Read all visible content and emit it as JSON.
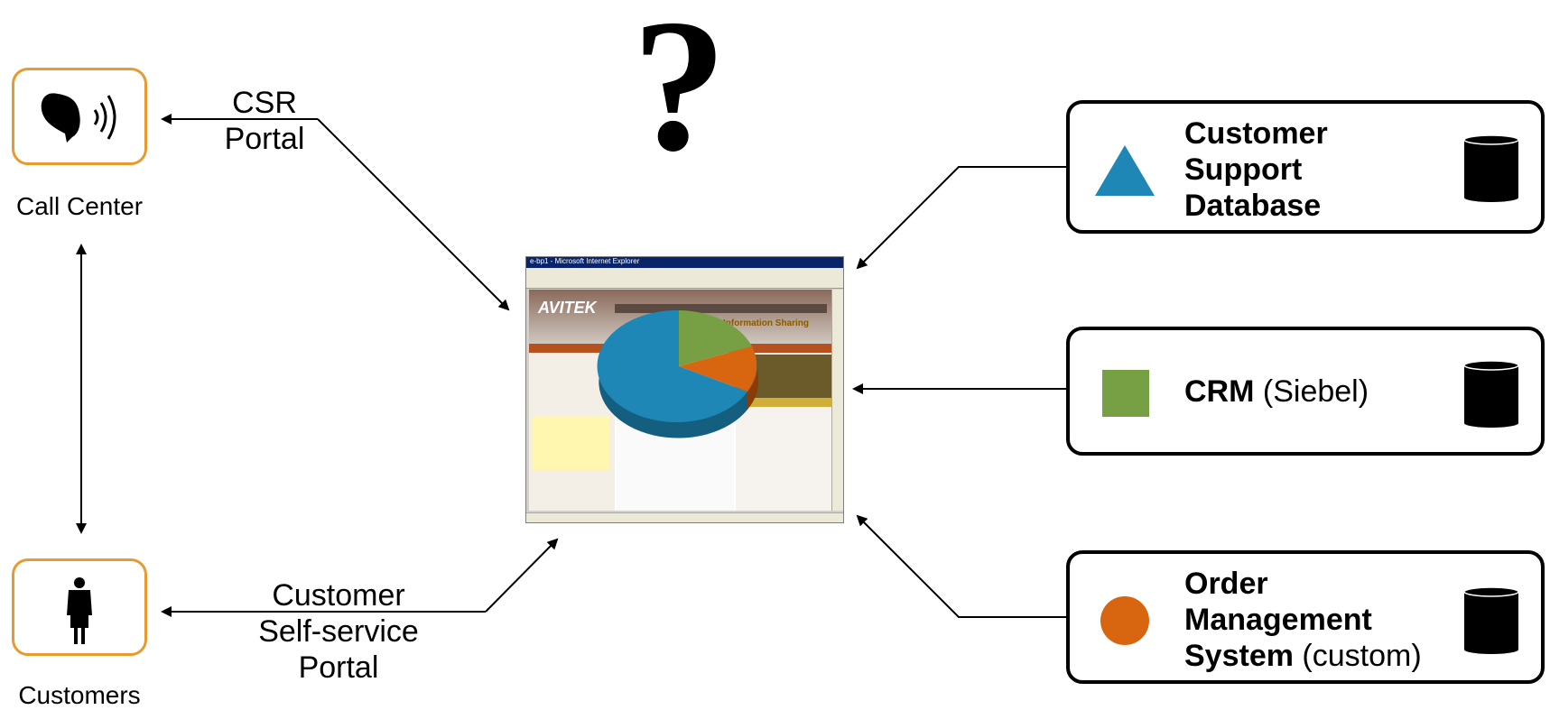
{
  "question_mark": "?",
  "actors": {
    "call_center": "Call Center",
    "customers": "Customers"
  },
  "flows": {
    "csr_portal": [
      "CSR",
      "Portal"
    ],
    "customer_portal": [
      "Customer",
      "Self-service",
      "Portal"
    ]
  },
  "systems": [
    {
      "name_bold": [
        "Customer",
        "Support",
        "Database"
      ],
      "suffix": "",
      "icon": "triangle-icon",
      "color": "#1e87b5"
    },
    {
      "name_bold": [
        "CRM"
      ],
      "suffix": "(Siebel)",
      "icon": "square-icon",
      "color": "#76a043"
    },
    {
      "name_bold": [
        "Order",
        "Management",
        "System"
      ],
      "suffix": "(custom)",
      "icon": "circle-icon",
      "color": "#d8650f"
    }
  ],
  "screenshot": {
    "window_title": "e-bp1 - Microsoft Internet Explorer",
    "logo": "AVITEK",
    "slogan": "Information Sharing"
  },
  "pie_colors": {
    "blue": "#1e87b5",
    "green": "#76a043",
    "orange": "#d8650f"
  }
}
